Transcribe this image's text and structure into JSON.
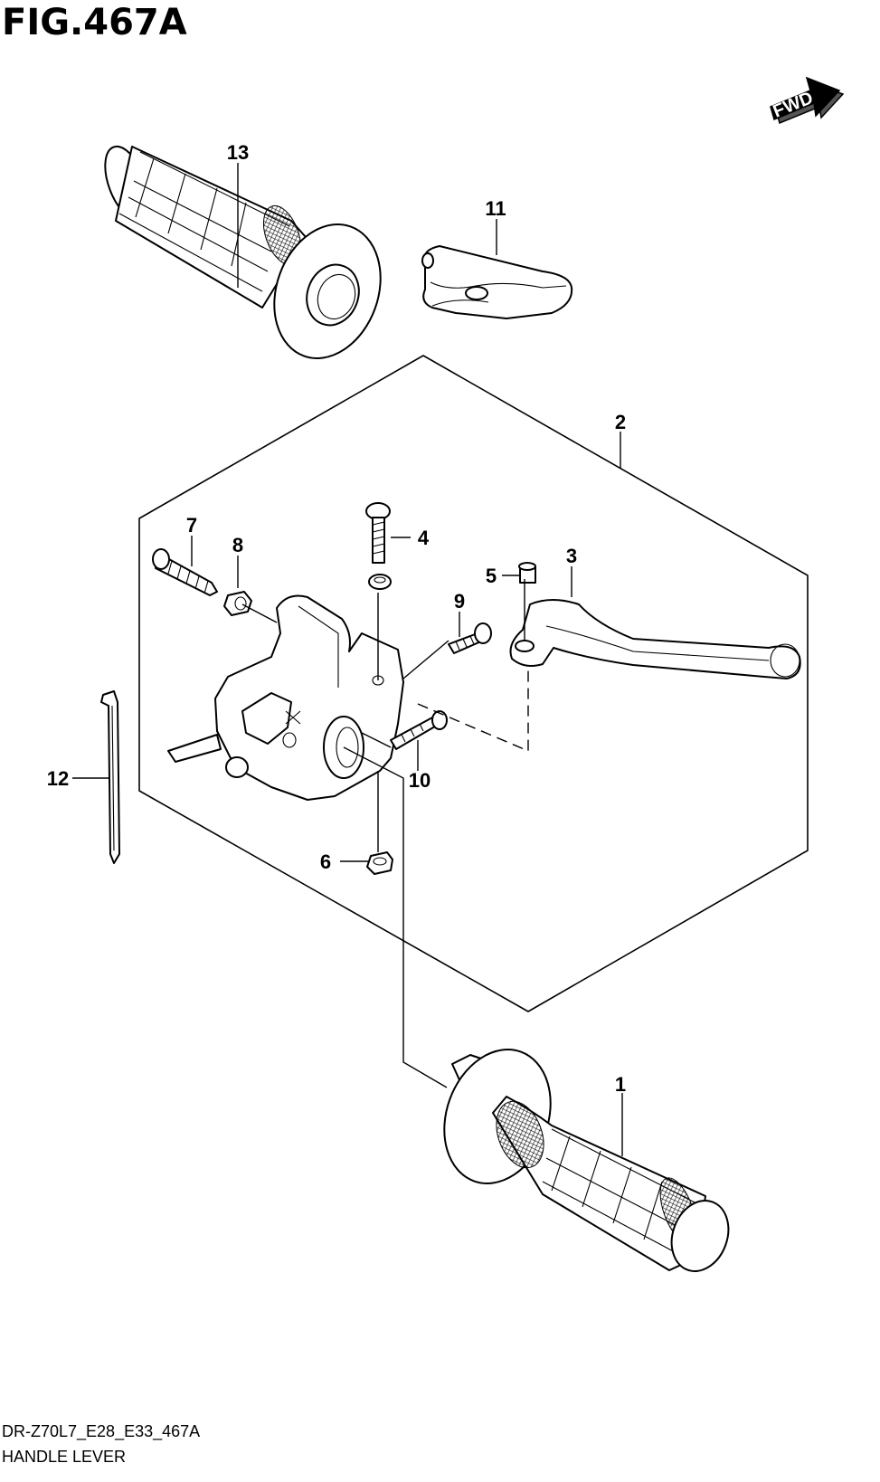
{
  "figure": {
    "title": "FIG.467A",
    "direction_badge": "FWD",
    "code": "DR-Z70L7_E28_E33_467A",
    "name": "HANDLE LEVER"
  },
  "callouts": [
    "1",
    "2",
    "3",
    "4",
    "5",
    "6",
    "7",
    "8",
    "9",
    "10",
    "11",
    "12",
    "13"
  ],
  "icons": {
    "direction": "fwd-arrow-icon"
  }
}
